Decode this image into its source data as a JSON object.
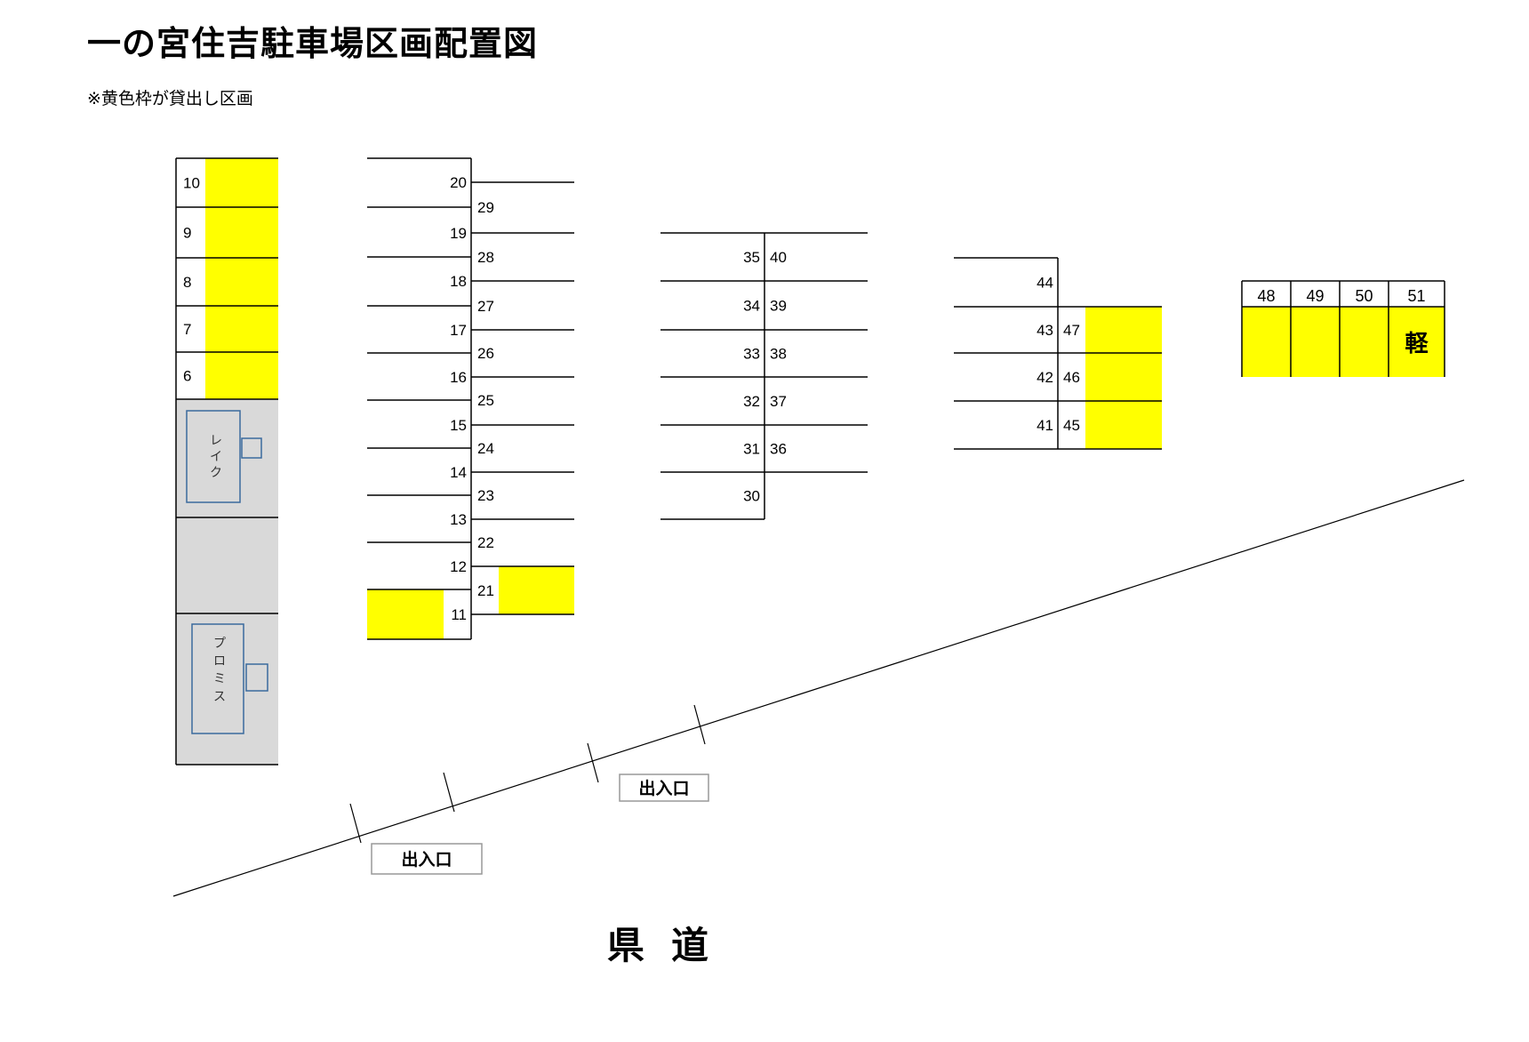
{
  "title": "一の宮住吉駐車場区画配置図",
  "note": "※黄色枠が貸出し区画",
  "colors": {
    "available": "#ffff00",
    "building": "#d9d9d9",
    "shop_outline": "#3a6a9e",
    "line": "#000000"
  },
  "left_block": [
    {
      "number": "10",
      "available": true
    },
    {
      "number": "9",
      "available": true
    },
    {
      "number": "8",
      "available": true
    },
    {
      "number": "7",
      "available": true
    },
    {
      "number": "6",
      "available": true
    }
  ],
  "shops": [
    {
      "name": "レイク"
    },
    {
      "name": "プロミス"
    }
  ],
  "block_b": {
    "left": [
      "20",
      "19",
      "18",
      "17",
      "16",
      "15",
      "14",
      "13",
      "12",
      "11"
    ],
    "right": [
      "29",
      "28",
      "27",
      "26",
      "25",
      "24",
      "23",
      "22",
      "21"
    ],
    "available": [
      "21",
      "11"
    ]
  },
  "block_c": {
    "left": [
      "35",
      "34",
      "33",
      "32",
      "31",
      "30"
    ],
    "right": [
      "40",
      "39",
      "38",
      "37",
      "36"
    ]
  },
  "block_d": {
    "left": [
      "44",
      "43",
      "42",
      "41"
    ],
    "right": [
      "47",
      "46",
      "45"
    ],
    "available": [
      "47",
      "46",
      "45"
    ]
  },
  "block_e": {
    "spaces": [
      {
        "number": "48",
        "available": true,
        "mark": ""
      },
      {
        "number": "49",
        "available": true,
        "mark": ""
      },
      {
        "number": "50",
        "available": true,
        "mark": ""
      },
      {
        "number": "51",
        "available": true,
        "mark": "軽"
      }
    ]
  },
  "entrances": [
    "出入口",
    "出入口"
  ],
  "road_label": "県道"
}
